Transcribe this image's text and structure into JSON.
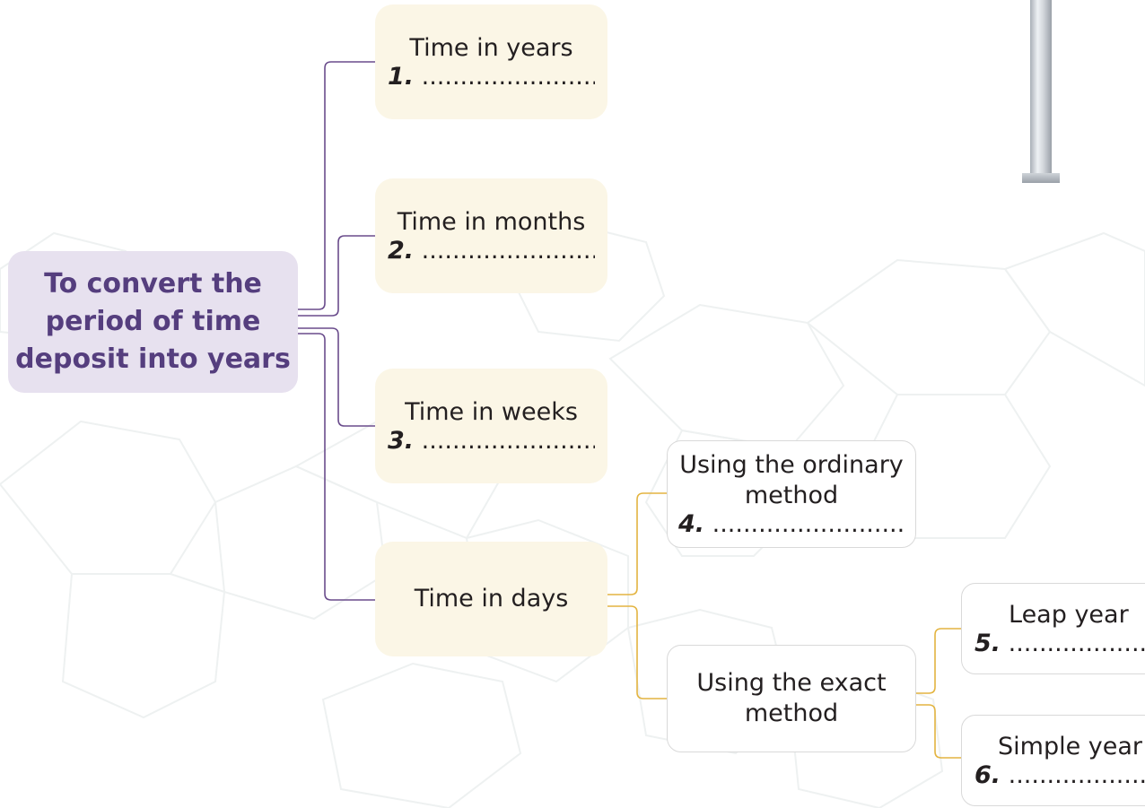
{
  "root": {
    "label_line1": "To convert the",
    "label_line2": "period of time",
    "label_line3": "deposit into years"
  },
  "branches": {
    "years": {
      "label": "Time in years",
      "number": "1.",
      "dots": "........................."
    },
    "months": {
      "label": "Time in months",
      "number": "2.",
      "dots": "........................."
    },
    "weeks": {
      "label": "Time in weeks",
      "number": "3.",
      "dots": "........................."
    },
    "days": {
      "label": "Time in days"
    }
  },
  "methods": {
    "ordinary": {
      "line1": "Using the ordinary",
      "line2": "method",
      "number": "4.",
      "dots": ".............................."
    },
    "exact": {
      "line1": "Using the exact",
      "line2": "method"
    }
  },
  "years_types": {
    "leap": {
      "label": "Leap year",
      "number": "5.",
      "dots": ".................."
    },
    "simple": {
      "label": "Simple year",
      "number": "6.",
      "dots": ".................."
    }
  },
  "colors": {
    "root_bg": "#e7e1ef",
    "root_text": "#553e7e",
    "branch_bg": "#fbf6e6",
    "purple_connector": "#6a4c8c",
    "gold_connector": "#e3b440"
  }
}
